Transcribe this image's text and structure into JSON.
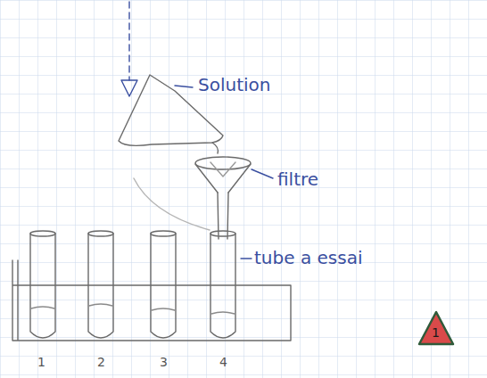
{
  "diagram": {
    "labels": [
      "Solution",
      "filtre",
      "tube a essai",
      "1",
      "2",
      "3",
      "4",
      "1"
    ]
  }
}
